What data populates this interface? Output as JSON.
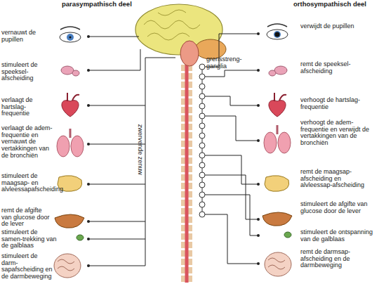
{
  "diagram": {
    "labels": [
      "parasympathisch deel",
      "orthosympathisch deel",
      "vernauwt de pupillen",
      "stimuleert de speeksel-afscheiding",
      "verlaagt de hartslag-frequentie",
      "verlaagt de adem-frequentie en vernauwt de vertakkingen van de bronchiën",
      "stimuleert de maagsap- en alvleessapafscheiding",
      "remt de afgifte van glucose door de lever",
      "stimuleert de samen-trekking van de galblaas",
      "stimuleert de darm-sapafscheiding en de darmbeweging",
      "grensstreng-ganglia",
      "zwervende zenuw",
      "verwijdt de pupillen",
      "remt de speeksel-afscheiding",
      "verhoogt de hartslag-frequentie",
      "verhoogt de adem-frequentie en verwijdt de vertakkingen van de bronchiën",
      "remt de maagsap-afscheiding en alvleessap-afscheiding",
      "stimuleert de afgifte van glucose door de lever",
      "stimuleert de ontspanning van de galblaas",
      "remt de darmsap-afscheiding en de darmbeweging"
    ]
  }
}
